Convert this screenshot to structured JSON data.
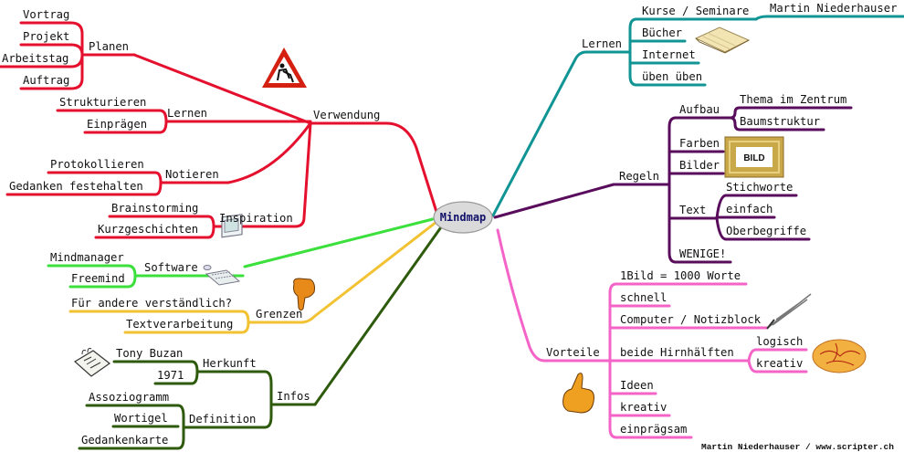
{
  "center": "Mindmap",
  "footer": "Martin Niederhauser / www.scripter.ch",
  "colors": {
    "verwendung": "#e4102e",
    "software": "#3ce03c",
    "grenzen": "#f2c232",
    "infos": "#2e5a0c",
    "lernen": "#119494",
    "regeln": "#5a0c5c",
    "vorteile": "#f464c8"
  },
  "verwendung": {
    "label": "Verwendung",
    "planen": {
      "label": "Planen",
      "items": [
        "Vortrag",
        "Projekt",
        "Arbeitstag",
        "Auftrag"
      ]
    },
    "lernen": {
      "label": "Lernen",
      "items": [
        "Strukturieren",
        "Einprägen"
      ]
    },
    "notieren": {
      "label": "Notieren",
      "items": [
        "Protokollieren",
        "Gedanken festehalten"
      ]
    },
    "inspiration": {
      "label": "Inspiration",
      "items": [
        "Brainstorming",
        "Kurzgeschichten"
      ]
    },
    "icon": "construction-warning-sign"
  },
  "software": {
    "label": "Software",
    "items": [
      "Mindmanager",
      "Freemind"
    ],
    "icon": "computer"
  },
  "grenzen": {
    "label": "Grenzen",
    "items": [
      "Für andere verständlich?",
      "Textverarbeitung"
    ],
    "icon": "thumbs-down"
  },
  "infos": {
    "label": "Infos",
    "herkunft": {
      "label": "Herkunft",
      "items": [
        "Tony Buzan",
        "1971"
      ]
    },
    "definition": {
      "label": "Definition",
      "items": [
        "Assoziogramm",
        "Wortigel",
        "Gedankenkarte"
      ]
    },
    "icon": "calendar"
  },
  "lernen": {
    "label": "Lernen",
    "items": [
      "Kurse / Seminare",
      "Bücher",
      "Internet",
      "üben üben"
    ],
    "kurse_sub": "Martin Niederhauser",
    "icon": "book"
  },
  "regeln": {
    "label": "Regeln",
    "aufbau": {
      "label": "Aufbau",
      "items": [
        "Thema im Zentrum",
        "Baumstruktur"
      ]
    },
    "farben": "Farben",
    "bilder": "Bilder",
    "bild_image_text": "BILD",
    "text": {
      "label": "Text",
      "items": [
        "Stichworte",
        "einfach",
        "Oberbegriffe"
      ]
    },
    "wenige": "WENIGE!"
  },
  "vorteile": {
    "label": "Vorteile",
    "items": [
      "1Bild = 1000 Worte",
      "schnell",
      "Computer / Notizblock",
      "beide Hirnhälften",
      "Ideen",
      "kreativ",
      "einprägsam"
    ],
    "hirn": {
      "items": [
        "logisch",
        "kreativ"
      ]
    },
    "icons": [
      "thumbs-up",
      "pen",
      "brain"
    ]
  }
}
